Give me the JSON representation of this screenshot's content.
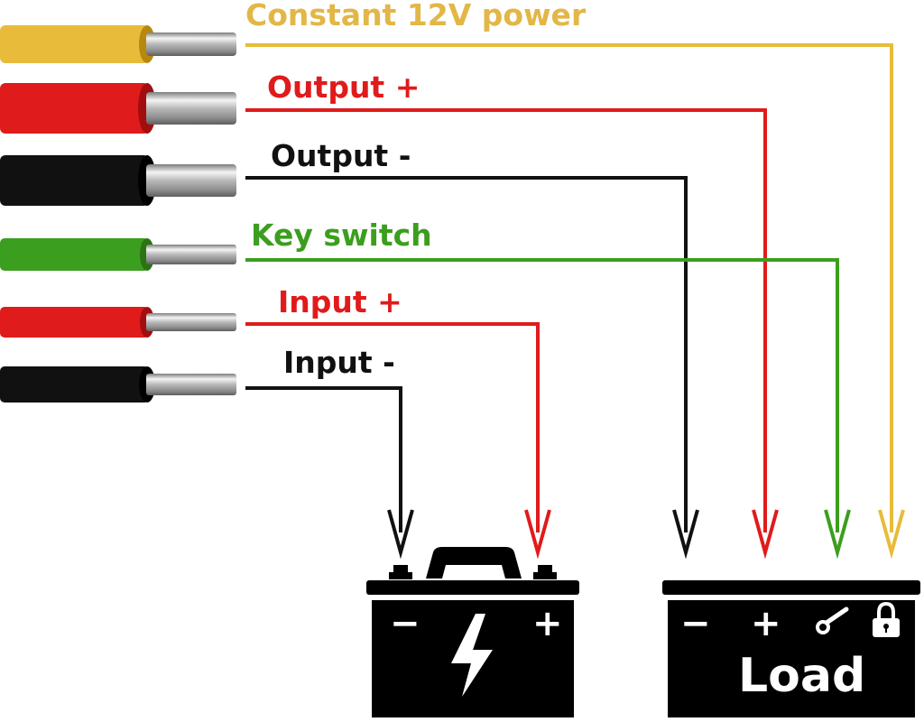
{
  "wires": [
    {
      "id": "constant-12v",
      "label": "Constant 12V power",
      "color": "#e8bb3a",
      "dark": "#b8880e"
    },
    {
      "id": "output-plus",
      "label": "Output +",
      "color": "#e01b1b",
      "dark": "#a30d0d"
    },
    {
      "id": "output-minus",
      "label": "Output -",
      "color": "#111111",
      "dark": "#000000"
    },
    {
      "id": "key-switch",
      "label": "Key switch",
      "color": "#3c9e1e",
      "dark": "#2a7412"
    },
    {
      "id": "input-plus",
      "label": "Input +",
      "color": "#e01b1b",
      "dark": "#a30d0d"
    },
    {
      "id": "input-minus",
      "label": "Input -",
      "color": "#111111",
      "dark": "#000000"
    }
  ],
  "label_colors": {
    "constant-12v": "#e2b748",
    "output-plus": "#e01b1b",
    "output-minus": "#111111",
    "key-switch": "#3c9e1e",
    "input-plus": "#e01b1b",
    "input-minus": "#111111"
  },
  "battery": {
    "minus_symbol": "−",
    "plus_symbol": "+",
    "icon": "lightning-bolt-icon"
  },
  "load": {
    "label": "Load",
    "minus_symbol": "−",
    "plus_symbol": "+",
    "icons": [
      "key-icon",
      "lock-icon"
    ]
  }
}
